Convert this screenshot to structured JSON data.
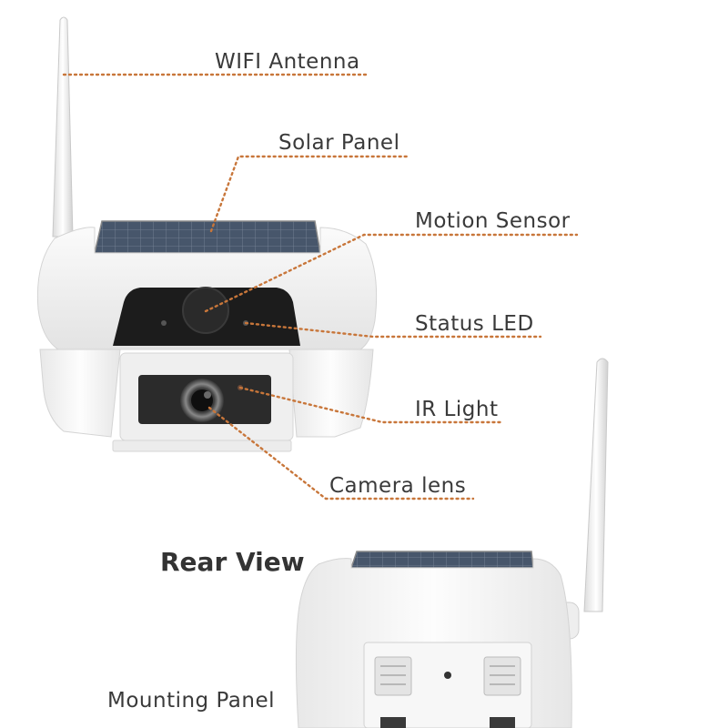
{
  "colors": {
    "leader": "#c8763a",
    "text": "#3a3a3a",
    "housing": "#f2f2f2",
    "solar": "#4a5a70"
  },
  "labels": {
    "wifi_antenna": "WIFI Antenna",
    "solar_panel": "Solar Panel",
    "motion_sensor": "Motion Sensor",
    "status_led": "Status LED",
    "ir_light": "IR Light",
    "camera_lens": "Camera lens",
    "mounting_panel": "Mounting Panel"
  },
  "rear_view": {
    "heading": "Rear View"
  }
}
